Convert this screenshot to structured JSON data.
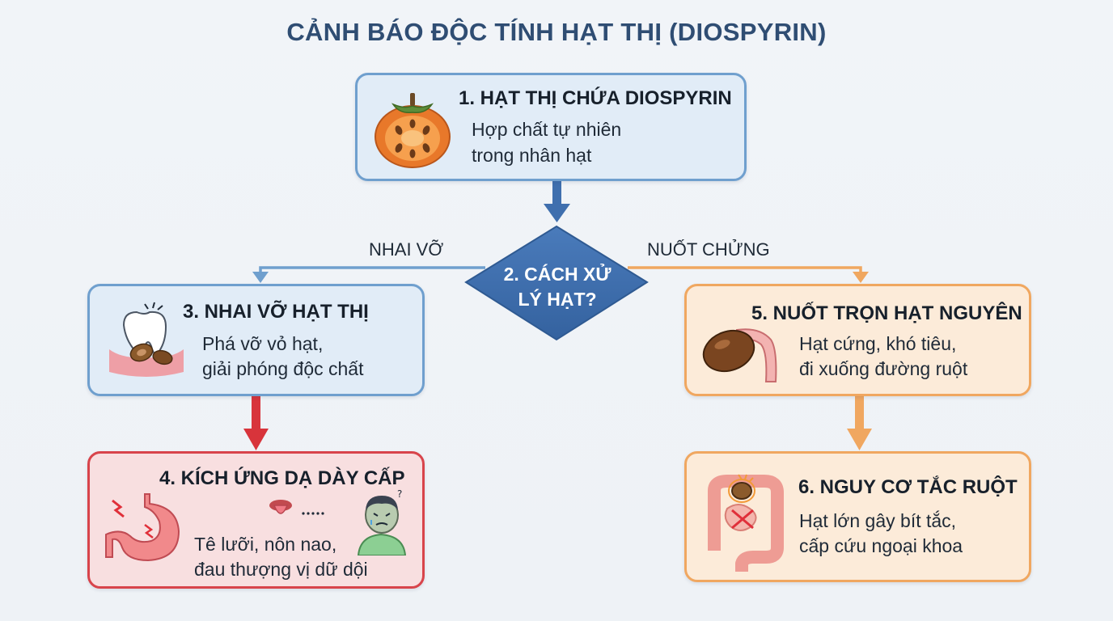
{
  "title": "CẢNH BÁO ĐỘC TÍNH HẠT THỊ (DIOSPYRIN)",
  "nodes": {
    "n1": {
      "title": "1. HẠT THỊ CHỨA DIOSPYRIN",
      "line1": "Hợp chất tự nhiên",
      "line2": "trong nhân hạt",
      "icon": "persimmon-icon"
    },
    "n2": {
      "line1": "2. CÁCH XỬ",
      "line2": "LÝ HẠT?"
    },
    "n3": {
      "title": "3. NHAI VỠ HẠT THỊ",
      "line1": "Phá vỡ vỏ hạt,",
      "line2": "giải phóng độc chất",
      "icon": "tooth-seed-icon"
    },
    "n4": {
      "title": "4. KÍCH ỨNG DẠ DÀY CẤP",
      "line1": "Tê lưỡi, nôn nao,",
      "line2": "đau thượng vị dữ dội",
      "icons": [
        "stomach-icon",
        "tongue-icon",
        "sick-person-icon"
      ]
    },
    "n5": {
      "title": "5. NUỐT TRỌN HẠT NGUYÊN",
      "line1": "Hạt cứng, khó tiêu,",
      "line2": "đi xuống đường ruột",
      "icon": "seed-intestine-icon"
    },
    "n6": {
      "title": "6. NGUY CƠ TẮC RUỘT",
      "line1": "Hạt lớn gây bít tắc,",
      "line2": "cấp cứu ngoại khoa",
      "icon": "intestine-blockage-icon"
    }
  },
  "edges": {
    "left_label": "NHAI VỠ",
    "right_label": "NUỐT CHỬNG"
  },
  "colors": {
    "title": "#2f4d73",
    "blue_border": "#6f9fce",
    "blue_fill": "#e1ecf7",
    "orange_border": "#f0a760",
    "orange_fill": "#fcebd9",
    "red_border": "#d8444b",
    "red_fill": "#f8dfe0",
    "decision_fill": "#3f6fae"
  }
}
